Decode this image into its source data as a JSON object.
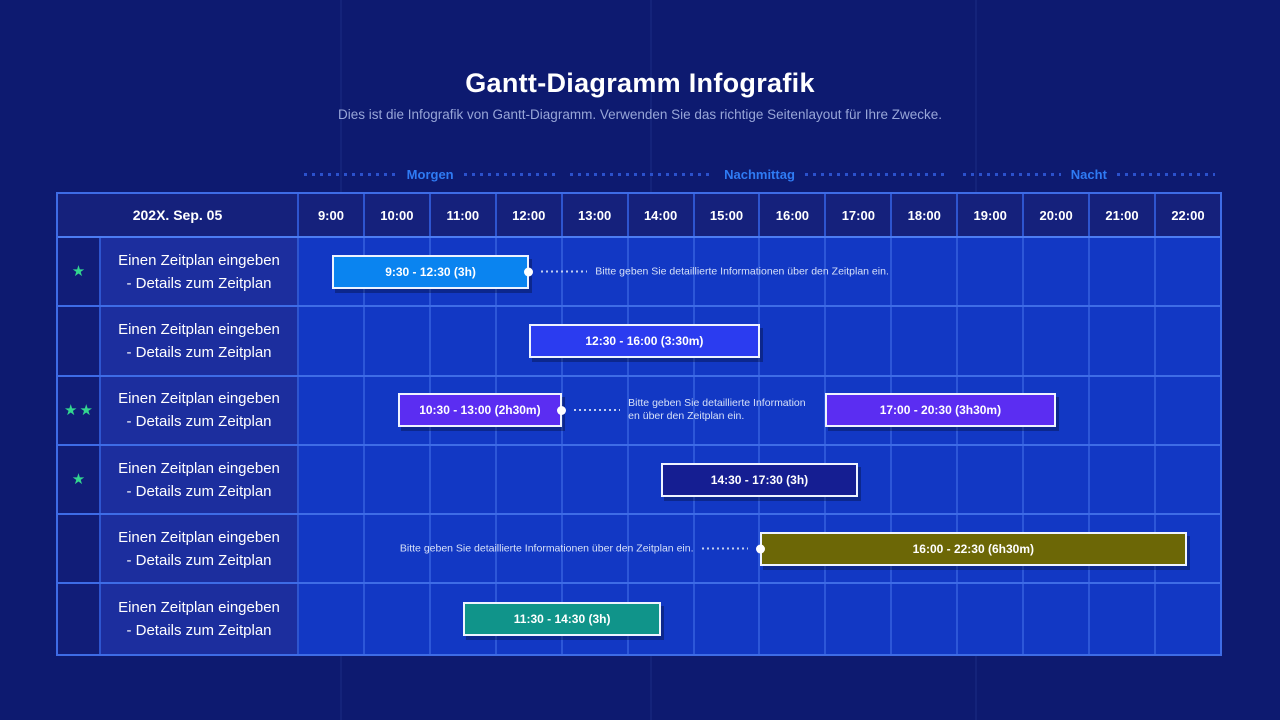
{
  "page": {
    "title": "Gantt-Diagramm Infografik",
    "subtitle": "Dies ist die Infografik von Gantt-Diagramm. Verwenden Sie das richtige Seitenlayout für Ihre Zwecke.",
    "colors": {
      "background": "#0d1a70",
      "grid_background": "#1238c4",
      "grid_line": "#2d57d8",
      "row_separator": "#3e6ce6",
      "header_background": "#15217c",
      "section_label": "#2f7bf4",
      "star_green": "#33d68f",
      "annotation_text": "#d6e0f8"
    }
  },
  "sections": [
    {
      "label": "Morgen",
      "span_hours": 4
    },
    {
      "label": "Nachmittag",
      "span_hours": 6
    },
    {
      "label": "Nacht",
      "span_hours": 4
    }
  ],
  "table": {
    "date_label": "202X. Sep. 05",
    "axis_start_hour": 9,
    "axis_end_hour": 23,
    "times": [
      "9:00",
      "10:00",
      "11:00",
      "12:00",
      "13:00",
      "14:00",
      "15:00",
      "16:00",
      "17:00",
      "18:00",
      "19:00",
      "20:00",
      "21:00",
      "22:00"
    ]
  },
  "rows": [
    {
      "stars": 1,
      "label_line1": "Einen Zeitplan eingeben",
      "label_line2": "- Details zum Zeitplan",
      "bars": [
        {
          "label": "9:30 - 12:30 (3h)",
          "start": 9.5,
          "end": 12.5,
          "color": "#0a84f0",
          "annotation": {
            "side": "right",
            "lines": [
              "Bitte geben Sie detaillierte Informationen über den Zeitplan ein."
            ]
          }
        }
      ]
    },
    {
      "stars": 0,
      "label_line1": "Einen Zeitplan eingeben",
      "label_line2": "- Details zum Zeitplan",
      "bars": [
        {
          "label": "12:30 - 16:00 (3:30m)",
          "start": 12.5,
          "end": 16.0,
          "color": "#2b3cf0"
        }
      ]
    },
    {
      "stars": 2,
      "label_line1": "Einen Zeitplan eingeben",
      "label_line2": "- Details zum Zeitplan",
      "bars": [
        {
          "label": "10:30 - 13:00 (2h30m)",
          "start": 10.5,
          "end": 13.0,
          "color": "#5b2df2",
          "annotation": {
            "side": "right",
            "lines": [
              "Bitte geben Sie detaillierte Information",
              "en über den Zeitplan ein."
            ]
          }
        },
        {
          "label": "17:00 - 20:30 (3h30m)",
          "start": 17.0,
          "end": 20.5,
          "color": "#5b2df2"
        }
      ]
    },
    {
      "stars": 1,
      "label_line1": "Einen Zeitplan eingeben",
      "label_line2": "- Details zum Zeitplan",
      "bars": [
        {
          "label": "14:30 - 17:30 (3h)",
          "start": 14.5,
          "end": 17.5,
          "color": "#151e92"
        }
      ]
    },
    {
      "stars": 0,
      "label_line1": "Einen Zeitplan eingeben",
      "label_line2": "- Details zum Zeitplan",
      "bars": [
        {
          "label": "16:00 - 22:30 (6h30m)",
          "start": 16.0,
          "end": 22.5,
          "color": "#6c6706",
          "annotation": {
            "side": "left",
            "lines": [
              "Bitte geben Sie detaillierte Informationen über den Zeitplan ein."
            ]
          }
        }
      ]
    },
    {
      "stars": 0,
      "label_line1": "Einen Zeitplan eingeben",
      "label_line2": "- Details zum Zeitplan",
      "bars": [
        {
          "label": "11:30 - 14:30 (3h)",
          "start": 11.5,
          "end": 14.5,
          "color": "#10948a"
        }
      ]
    }
  ],
  "chart_data": {
    "type": "bar",
    "variant": "gantt",
    "title": "Gantt-Diagramm Infografik",
    "xlabel": "",
    "ylabel": "",
    "x_range_hours": [
      9,
      23
    ],
    "x_ticks": [
      "9:00",
      "10:00",
      "11:00",
      "12:00",
      "13:00",
      "14:00",
      "15:00",
      "16:00",
      "17:00",
      "18:00",
      "19:00",
      "20:00",
      "21:00",
      "22:00"
    ],
    "date": "202X. Sep. 05",
    "day_sections": [
      {
        "label": "Morgen",
        "from_hour": 9,
        "to_hour": 13
      },
      {
        "label": "Nachmittag",
        "from_hour": 13,
        "to_hour": 19
      },
      {
        "label": "Nacht",
        "from_hour": 19,
        "to_hour": 23
      }
    ],
    "tasks": [
      {
        "row": 1,
        "task": "Einen Zeitplan eingeben - Details zum Zeitplan",
        "stars": 1,
        "start": 9.5,
        "end": 12.5,
        "bar_label": "9:30 - 12:30 (3h)",
        "color": "#0a84f0"
      },
      {
        "row": 2,
        "task": "Einen Zeitplan eingeben - Details zum Zeitplan",
        "stars": 0,
        "start": 12.5,
        "end": 16.0,
        "bar_label": "12:30 - 16:00 (3:30m)",
        "color": "#2b3cf0"
      },
      {
        "row": 3,
        "task": "Einen Zeitplan eingeben - Details zum Zeitplan",
        "stars": 2,
        "start": 10.5,
        "end": 13.0,
        "bar_label": "10:30 - 13:00 (2h30m)",
        "color": "#5b2df2"
      },
      {
        "row": 3,
        "task": "Einen Zeitplan eingeben - Details zum Zeitplan",
        "stars": 2,
        "start": 17.0,
        "end": 20.5,
        "bar_label": "17:00 - 20:30 (3h30m)",
        "color": "#5b2df2"
      },
      {
        "row": 4,
        "task": "Einen Zeitplan eingeben - Details zum Zeitplan",
        "stars": 1,
        "start": 14.5,
        "end": 17.5,
        "bar_label": "14:30 - 17:30 (3h)",
        "color": "#151e92"
      },
      {
        "row": 5,
        "task": "Einen Zeitplan eingeben - Details zum Zeitplan",
        "stars": 0,
        "start": 16.0,
        "end": 22.5,
        "bar_label": "16:00 - 22:30 (6h30m)",
        "color": "#6c6706"
      },
      {
        "row": 6,
        "task": "Einen Zeitplan eingeben - Details zum Zeitplan",
        "stars": 0,
        "start": 11.5,
        "end": 14.5,
        "bar_label": "11:30 - 14:30 (3h)",
        "color": "#10948a"
      }
    ],
    "annotations": [
      {
        "row": 1,
        "side": "right",
        "text": "Bitte geben Sie detaillierte Informationen über den Zeitplan ein."
      },
      {
        "row": 3,
        "side": "right",
        "text": "Bitte geben Sie detaillierte Information en über den Zeitplan ein."
      },
      {
        "row": 5,
        "side": "left",
        "text": "Bitte geben Sie detaillierte Informationen über den Zeitplan ein."
      }
    ],
    "legend": "none",
    "grid": true
  }
}
